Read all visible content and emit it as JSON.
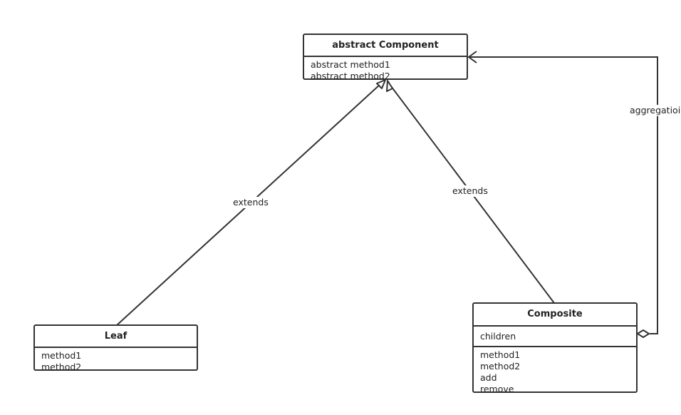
{
  "classes": {
    "component": {
      "title": "abstract Component",
      "methods": [
        "abstract method1",
        "abstract method2"
      ]
    },
    "leaf": {
      "title": "Leaf",
      "methods": [
        "method1",
        "method2"
      ]
    },
    "composite": {
      "title": "Composite",
      "attributes": [
        "children"
      ],
      "methods": [
        "method1",
        "method2",
        "add",
        "remove"
      ]
    }
  },
  "edges": {
    "leaf_extends": {
      "label": "extends",
      "type": "generalization"
    },
    "composite_extends": {
      "label": "extends",
      "type": "generalization"
    },
    "aggregation": {
      "label": "aggregatioi",
      "type": "aggregation"
    }
  },
  "colors": {
    "stroke": "#333333",
    "background": "#ffffff"
  }
}
